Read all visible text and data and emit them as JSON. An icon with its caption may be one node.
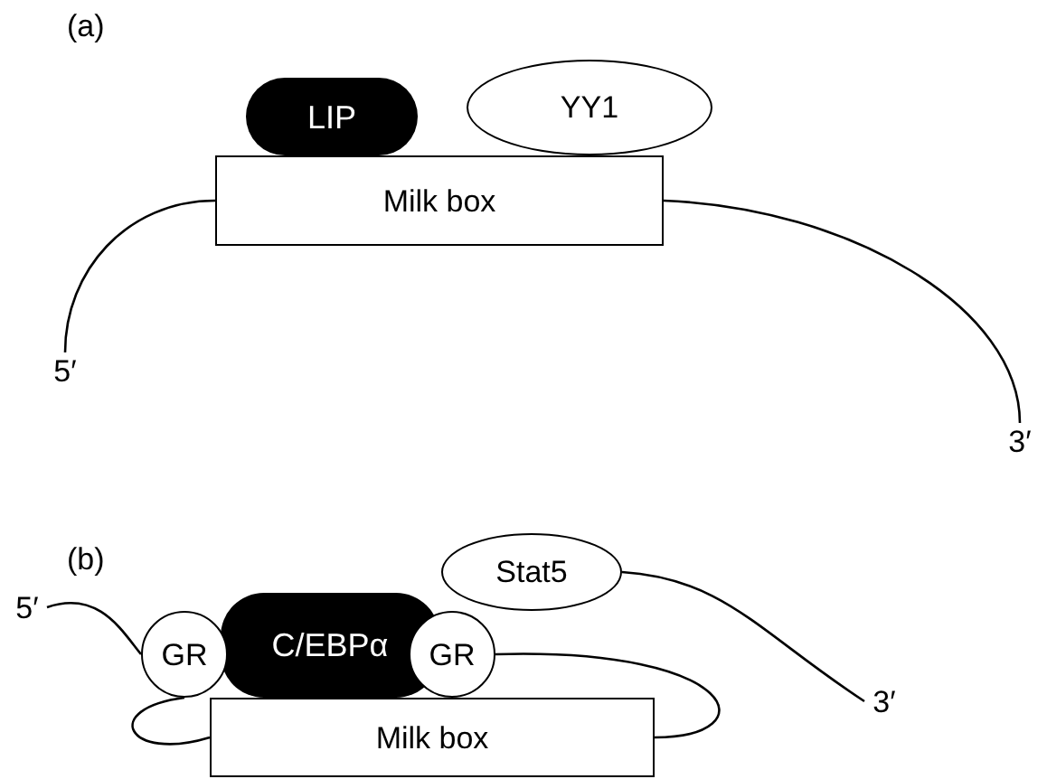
{
  "diagram": {
    "nodes": [
      {
        "text": [
          "5′"
        ]
      },
      {
        "text": [
          "Milk box"
        ]
      },
      {
        "text": [
          "LIP"
        ]
      },
      {
        "text": [
          "YY1"
        ]
      },
      {
        "text": [
          "3′"
        ]
      },
      {
        "text": [
          "5′"
        ]
      },
      {
        "text": [
          "GR"
        ]
      },
      {
        "text": [
          "C/EBPα"
        ]
      },
      {
        "text": [
          "GR"
        ]
      },
      {
        "text": [
          "Stat5"
        ]
      },
      {
        "text": [
          "Milk box"
        ]
      },
      {
        "text": [
          "3′"
        ]
      }
    ],
    "edges": [
      {
        "from": 0,
        "to": 1,
        "arrow": "none"
      },
      {
        "from": 1,
        "to": 4,
        "arrow": "none"
      },
      {
        "from": 5,
        "to": 6,
        "arrow": "none"
      },
      {
        "from": 6,
        "to": 10,
        "arrow": "none"
      },
      {
        "from": 10,
        "to": 8,
        "arrow": "none"
      },
      {
        "from": 9,
        "to": 11,
        "arrow": "none"
      }
    ],
    "labels": [
      "(a)",
      "(b)"
    ]
  }
}
